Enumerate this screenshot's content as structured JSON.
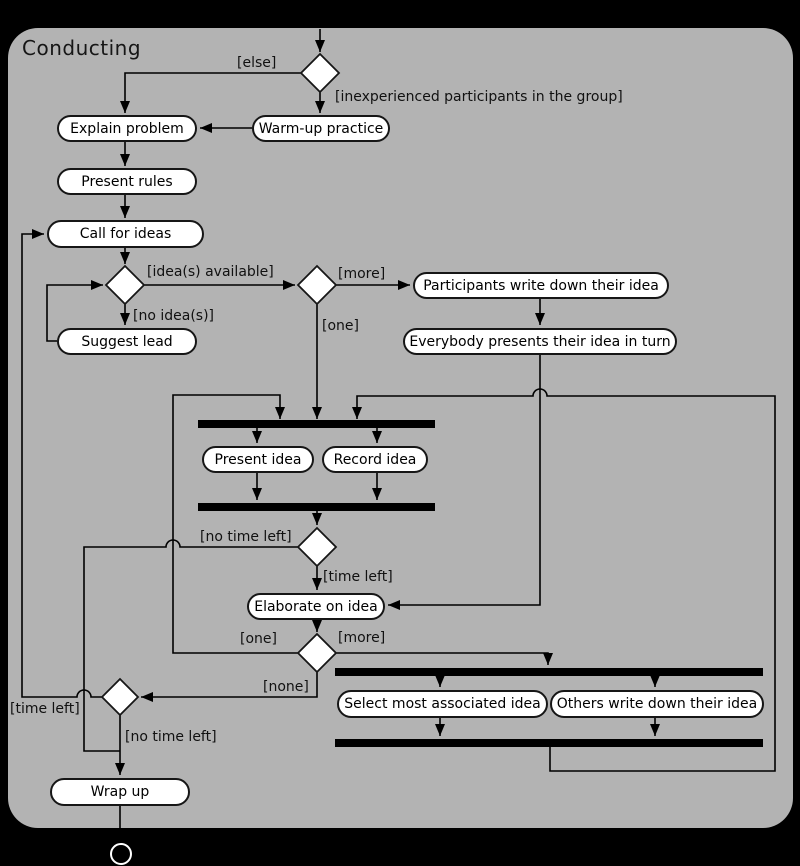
{
  "title": "Conducting",
  "activities": {
    "explain_problem": "Explain problem",
    "warm_up": "Warm-up practice",
    "present_rules": "Present rules",
    "call_for_ideas": "Call for ideas",
    "suggest_lead": "Suggest lead",
    "participants_write": "Participants write down their idea",
    "everybody_presents": "Everybody presents their idea in turn",
    "present_idea": "Present idea",
    "record_idea": "Record idea",
    "elaborate": "Elaborate on idea",
    "select_idea": "Select most associated idea",
    "others_write": "Others write down their idea",
    "wrap_up": "Wrap up"
  },
  "guards": {
    "else": "[else]",
    "inexperienced": "[inexperienced participants in the group]",
    "ideas_available": "[idea(s) available]",
    "no_ideas": "[no idea(s)]",
    "more_top": "[more]",
    "one_top": "[one]",
    "no_time_left_mid": "[no time left]",
    "time_left_mid": "[time left]",
    "one_bottom": "[one]",
    "more_bottom": "[more]",
    "none": "[none]",
    "time_left_outer": "[time left]",
    "no_time_left_bottom": "[no time left]"
  },
  "colors": {
    "background": "#000000",
    "frame": "#b3b3b3",
    "node_fill": "#ffffff",
    "line": "#000000",
    "sync_bar": "#000000",
    "final_node_stroke": "#ffffff"
  }
}
